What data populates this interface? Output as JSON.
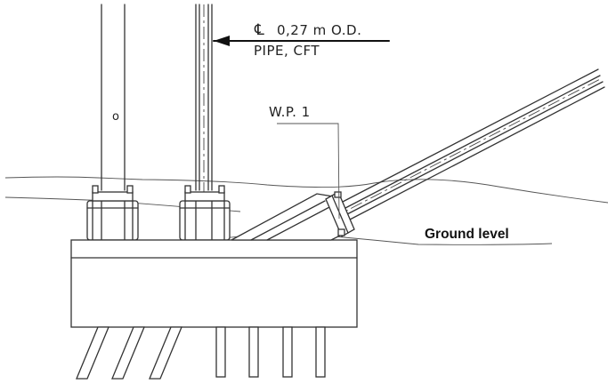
{
  "annotations": {
    "cl_symbol": "℄",
    "pipe_size": "0,27 m  O.D.",
    "pipe_type": "PIPE,  CFT",
    "work_point": "W.P.  1",
    "ground_label": "Ground level",
    "column_mark": "o"
  },
  "icons": {
    "arrow": "arrow-left-icon",
    "centerline": "centerline-icon"
  },
  "colors": {
    "line": "#333333",
    "background": "#ffffff"
  }
}
